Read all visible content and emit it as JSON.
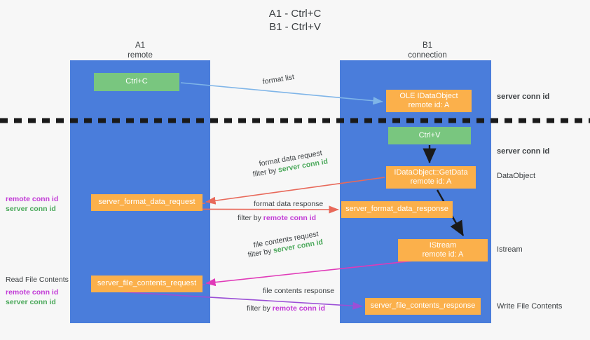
{
  "title": {
    "line1": "A1 - Ctrl+C",
    "line2": "B1 - Ctrl+V"
  },
  "columns": [
    {
      "name": "A1",
      "sub": "remote"
    },
    {
      "name": "B1",
      "sub": "connection"
    }
  ],
  "colors": {
    "lane": "#4a7ddb",
    "green_node": "#79c67f",
    "orange_node": "#fbb04b",
    "server_conn_id": "#4aa85a",
    "remote_conn_id": "#c23bd6",
    "arrow_blue": "#7fb5e8",
    "arrow_red": "#e8695a",
    "arrow_magenta": "#e03ab8",
    "arrow_purple": "#9b4fd6",
    "arrow_black": "#1a1a1a",
    "divider": "#1a1a1a",
    "background": "#f7f7f7"
  },
  "nodes": {
    "ctrl_c": {
      "label": "Ctrl+C",
      "kind": "green"
    },
    "ole_dataobject": {
      "label": "OLE IDataObject",
      "sub": "remote id: A",
      "kind": "orange"
    },
    "ctrl_v": {
      "label": "Ctrl+V",
      "kind": "green"
    },
    "getdata": {
      "label": "IDataObject::GetData",
      "sub": "remote id: A",
      "kind": "orange"
    },
    "istream": {
      "label": "IStream",
      "sub": "remote id: A",
      "kind": "orange"
    },
    "server_format_data_request": {
      "label": "server_format_data_request",
      "kind": "orange"
    },
    "server_format_data_response": {
      "label": "server_format_data_response",
      "kind": "orange"
    },
    "server_file_contents_request": {
      "label": "server_file_contents_request",
      "kind": "orange"
    },
    "server_file_contents_response": {
      "label": "server_file_contents_response",
      "kind": "orange"
    }
  },
  "edge_labels": {
    "format_list": "format list",
    "format_data_request": "format data request",
    "format_data_request_filter_prefix": "filter by ",
    "format_data_request_filter_value": "server conn id",
    "format_data_response": "format data response",
    "format_data_response_filter_prefix": "filter by ",
    "format_data_response_filter_value": "remote conn id",
    "file_contents_request": "file contents request",
    "file_contents_request_filter_prefix": "filter by ",
    "file_contents_request_filter_value": "server conn id",
    "file_contents_response": "file contents response",
    "file_contents_response_filter_prefix": "filter by ",
    "file_contents_response_filter_value": "remote conn id"
  },
  "side_notes": {
    "left_group_1": {
      "line1": "remote conn id",
      "line2": "server conn id"
    },
    "read_file_contents": "Read File Contents",
    "left_group_2": {
      "line1": "remote conn id",
      "line2": "server conn id"
    }
  },
  "right_notes": {
    "server_conn_id_top": "server conn id",
    "server_conn_id_mid": "server conn id",
    "dataobject": "DataObject",
    "istream": "Istream",
    "write_file_contents": "Write File Contents"
  }
}
